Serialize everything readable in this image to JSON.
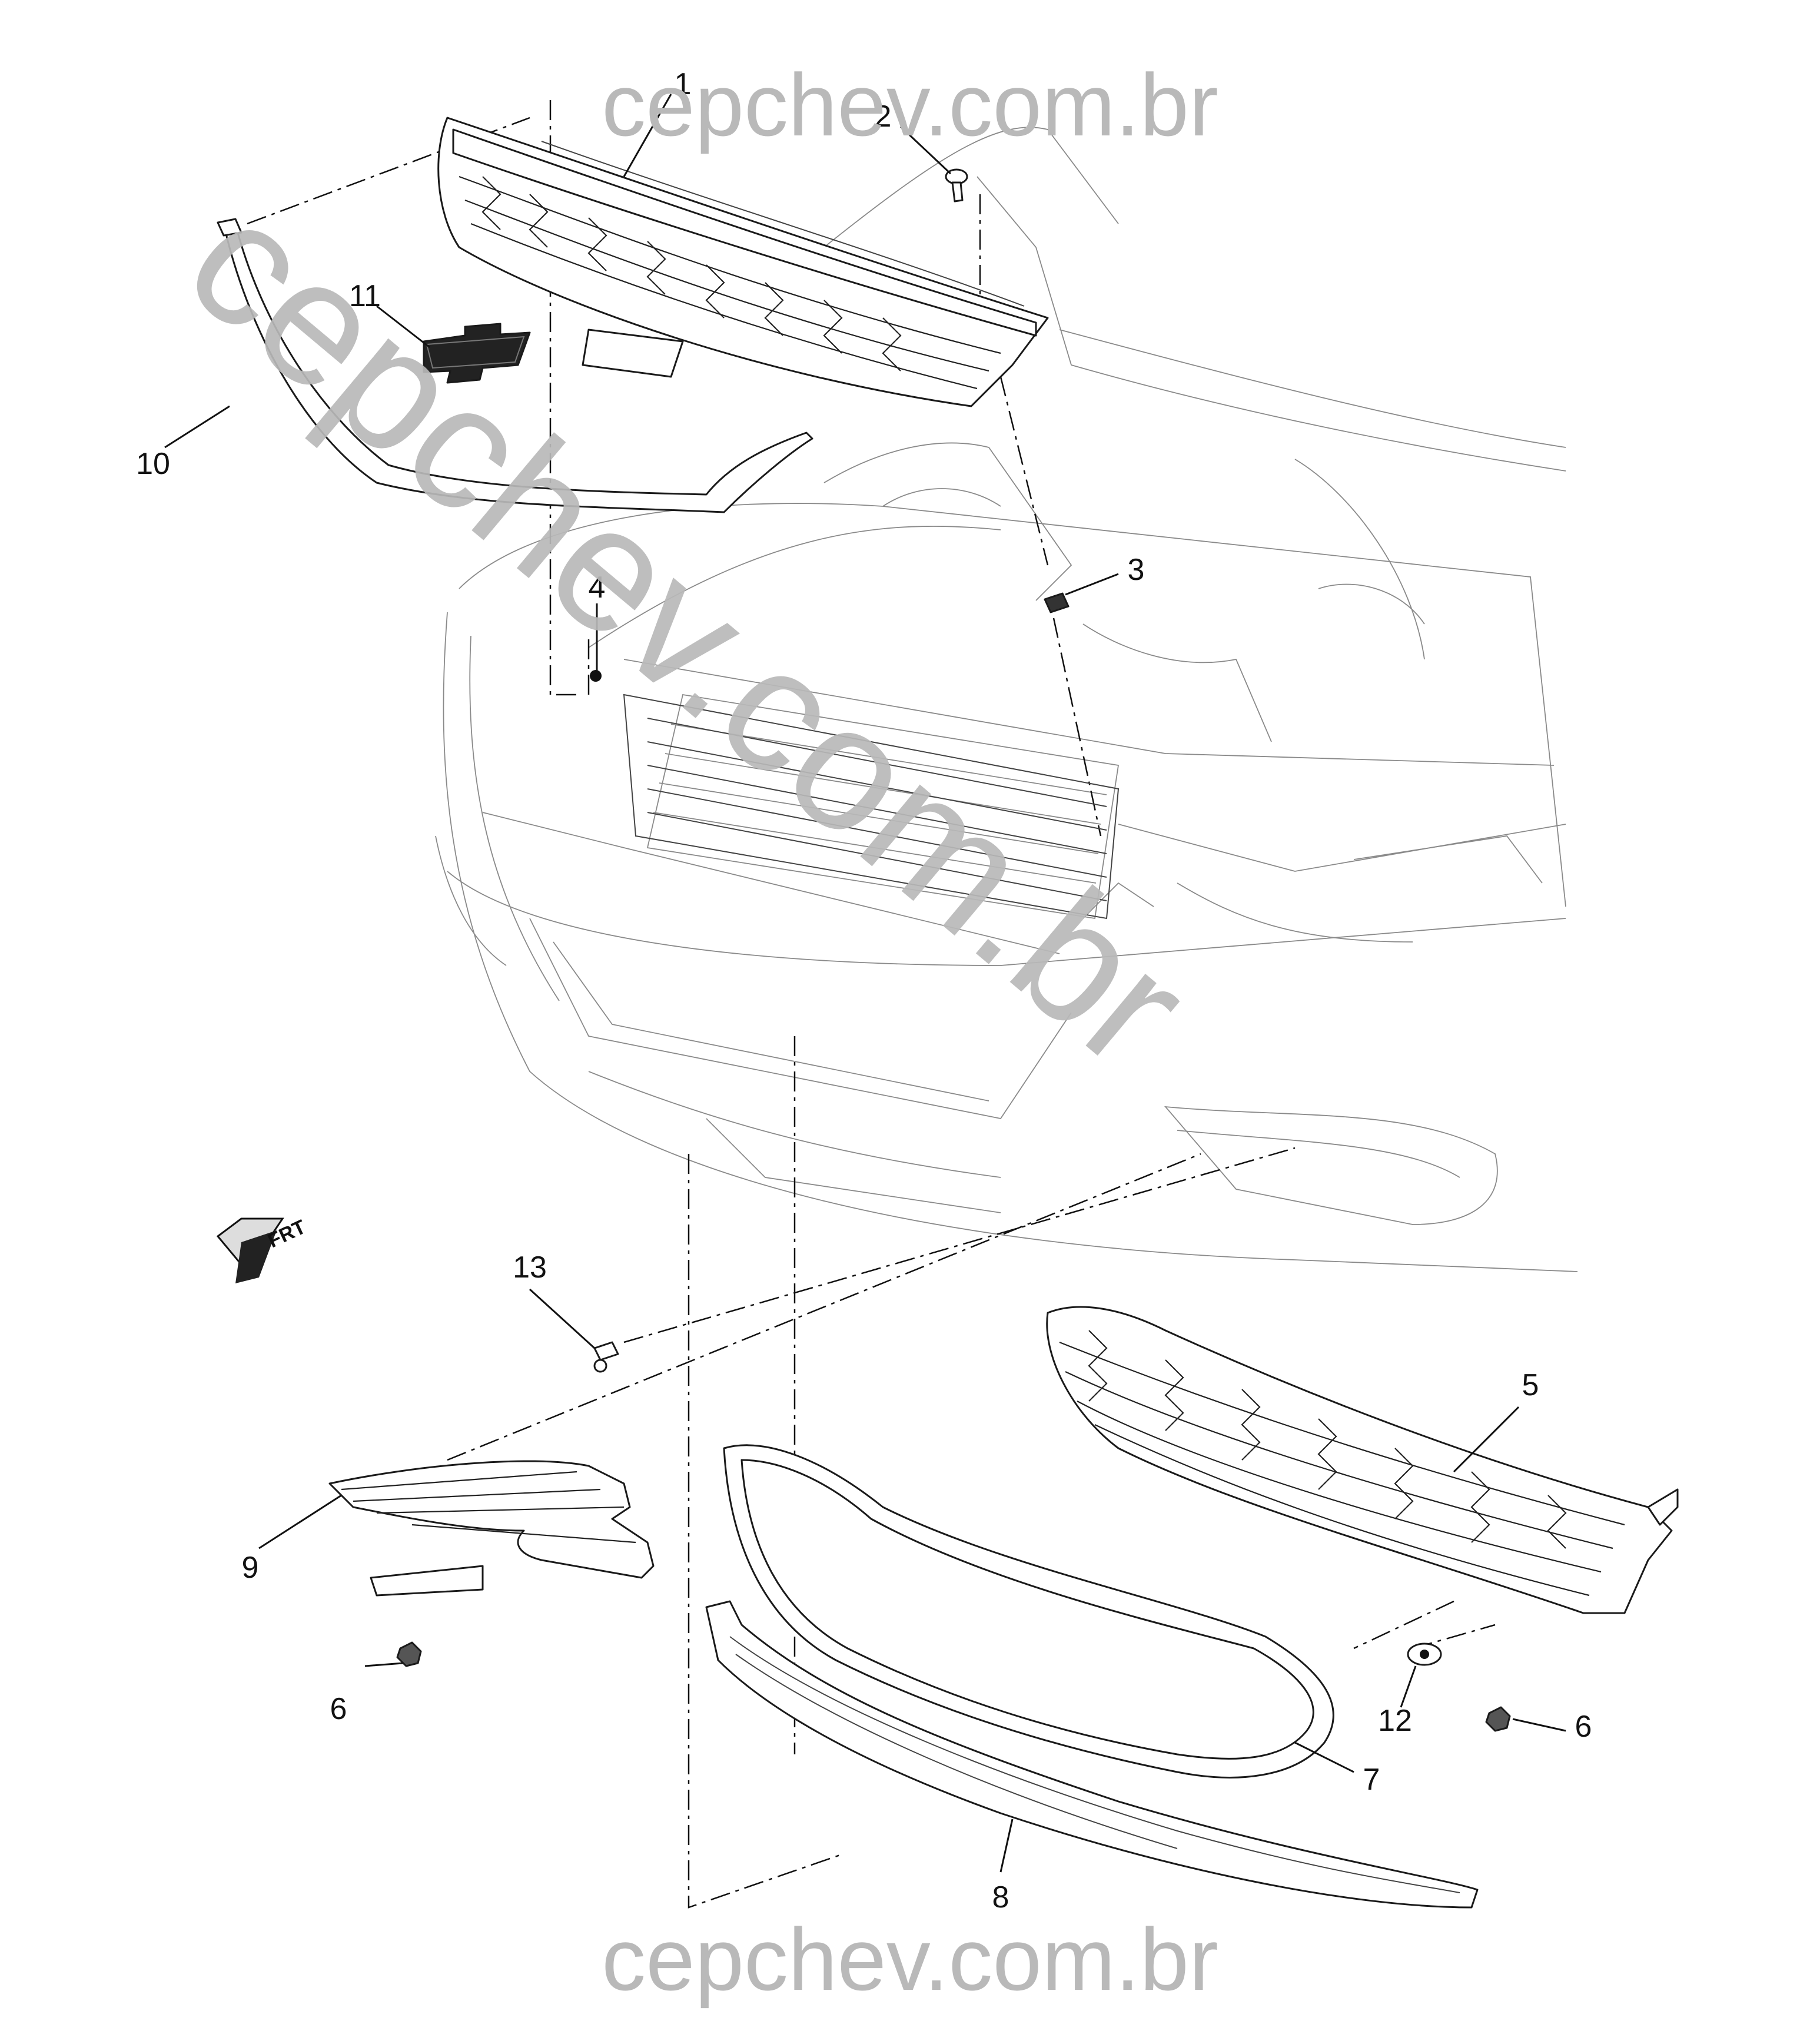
{
  "watermark": {
    "top": "cepchev.com.br",
    "bottom": "cepchev.com.br",
    "diagonal": "cepchev.com.br",
    "color": "#b9b9b9"
  },
  "direction_indicator": {
    "label": "FRT",
    "icon": "front-direction-arrow-icon"
  },
  "callouts": [
    {
      "id": "1",
      "label": "1"
    },
    {
      "id": "2",
      "label": "2"
    },
    {
      "id": "3",
      "label": "3"
    },
    {
      "id": "4",
      "label": "4"
    },
    {
      "id": "5",
      "label": "5"
    },
    {
      "id": "6a",
      "label": "6"
    },
    {
      "id": "6b",
      "label": "6"
    },
    {
      "id": "7",
      "label": "7"
    },
    {
      "id": "8",
      "label": "8"
    },
    {
      "id": "9",
      "label": "9"
    },
    {
      "id": "10",
      "label": "10"
    },
    {
      "id": "11",
      "label": "11"
    },
    {
      "id": "12",
      "label": "12"
    },
    {
      "id": "13",
      "label": "13"
    }
  ]
}
